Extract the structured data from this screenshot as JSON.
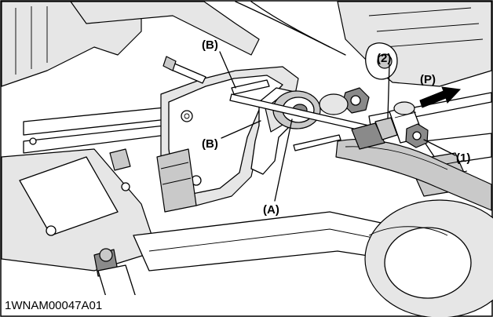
{
  "figure_id": "1WNAM00047A01",
  "callouts": {
    "b_top": "(B)",
    "b_left": "(B)",
    "a": "(A)",
    "two": "(2)",
    "one": "(1)",
    "p": "(P)"
  }
}
